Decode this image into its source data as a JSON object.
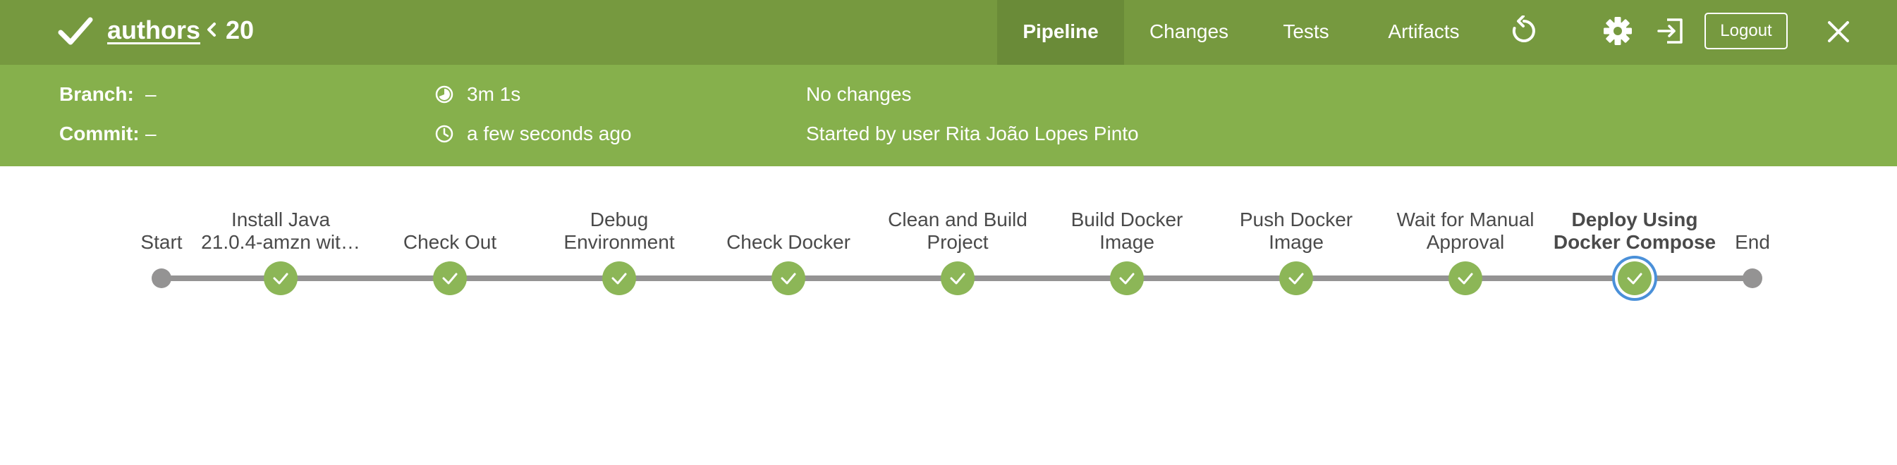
{
  "header": {
    "pipeline_name": "authors",
    "run_number": "20",
    "tabs": [
      {
        "label": "Pipeline",
        "active": true
      },
      {
        "label": "Changes",
        "active": false
      },
      {
        "label": "Tests",
        "active": false
      },
      {
        "label": "Artifacts",
        "active": false
      }
    ],
    "logout_label": "Logout",
    "icons": [
      "check-icon",
      "chevron-left-icon",
      "replay-icon",
      "gear-icon",
      "exit-icon",
      "close-icon"
    ]
  },
  "summary": {
    "branch_label": "Branch:",
    "branch_value": "–",
    "commit_label": "Commit:",
    "commit_value": "–",
    "duration": "3m 1s",
    "started": "a few seconds ago",
    "changes": "No changes",
    "cause": "Started by user Rita João Lopes Pinto"
  },
  "graph": {
    "start_label": "Start",
    "end_label": "End",
    "stages": [
      {
        "line1": "Install Java",
        "line2": "21.0.4-amzn wit…",
        "status": "success"
      },
      {
        "line1": "",
        "line2": "Check Out",
        "status": "success"
      },
      {
        "line1": "Debug",
        "line2": "Environment",
        "status": "success"
      },
      {
        "line1": "",
        "line2": "Check Docker",
        "status": "success"
      },
      {
        "line1": "Clean and Build",
        "line2": "Project",
        "status": "success"
      },
      {
        "line1": "Build Docker",
        "line2": "Image",
        "status": "success"
      },
      {
        "line1": "Push Docker",
        "line2": "Image",
        "status": "success"
      },
      {
        "line1": "Wait for Manual",
        "line2": "Approval",
        "status": "success"
      },
      {
        "line1": "Deploy Using",
        "line2": "Docker Compose",
        "status": "success",
        "selected": true
      }
    ]
  },
  "colors": {
    "header_bg": "#76993f",
    "summary_bg": "#86b04c",
    "success": "#8cb657",
    "selected_ring": "#4a90d9",
    "track": "#949393"
  }
}
